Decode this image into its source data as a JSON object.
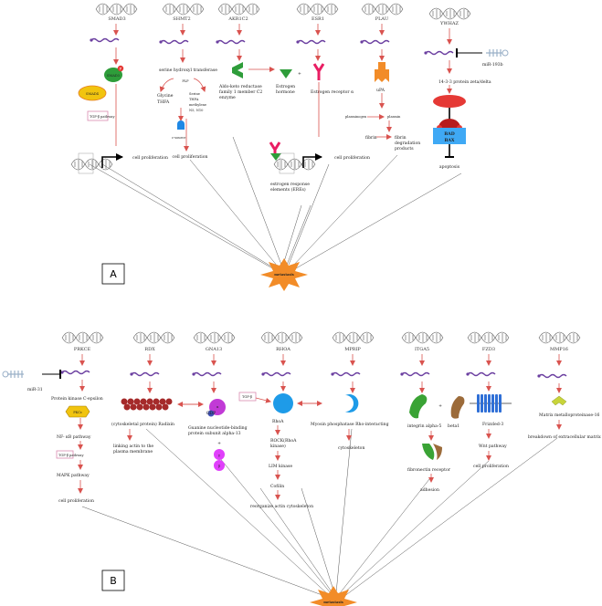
{
  "panel_a": {
    "label": "A",
    "genes": {
      "smad3": "SMAD3",
      "shmt2": "SHMT2",
      "akr1c2": "AKR1C2",
      "esr1": "ESR1",
      "plau": "PLAU",
      "ywhaz": "YWHAZ"
    },
    "smad3_p": "SMAD3",
    "smad4": "SMAD4",
    "tgfb": "TGF-β pathway",
    "serine_hmt": "serine hydroxyl transferase",
    "plp": "PLP",
    "glycine": "Glycine",
    "thfa": "THFA",
    "serine_thfa": [
      "Serine",
      "THFA",
      "methylene",
      "N5, N10"
    ],
    "c_source": "c-source",
    "cell_prolif": "cell proliferation",
    "aldo_keto": [
      "Aldo-keto reductase",
      "family 1 member C2",
      "enzyme"
    ],
    "estrogen": [
      "Estrogen",
      "hormone"
    ],
    "estrogen_receptor": "Estrogen receptor α",
    "ere": [
      "estrogen response",
      "elements (EREs)"
    ],
    "upa": "uPA",
    "plasminogen": "plasminogen",
    "plasmin": "plasmin",
    "fibrin": "fibrin",
    "fibrin_deg": [
      "fibrin",
      "degradation",
      "products"
    ],
    "mir": "miR-193b",
    "protein_1433": "14-3-3 protein zeta/delta",
    "bad": "BAD",
    "bax": "BAX",
    "apoptosis": "apoptosis",
    "metastasis": "metastasis"
  },
  "panel_b": {
    "label": "B",
    "genes": {
      "prkce": "PRKCE",
      "rdx": "RDX",
      "gna13": "GNA13",
      "rhoa": "RHOA",
      "mprip": "MPRIP",
      "itga5": "ITGA5",
      "fzd3": "FZD3",
      "mmp16": "MMP16"
    },
    "mir": "miR-31",
    "pkc": "Protein kinase C-epsilon",
    "pkce_shape": "PKCε",
    "nfkb": "NF- κB pathway",
    "tgfb": "TGF-β pathway",
    "mapk": "MAPK pathway",
    "cell_prolif": "cell proliferation",
    "radixin": "(cytoskeletal protein) Radixin",
    "linking": [
      "linking actin to the",
      "plasma membrane"
    ],
    "gna13_protein": [
      "Guanine nucleotide-binding",
      "protein subunit alpha-13"
    ],
    "alpha": "α",
    "gdp": "GDP",
    "beta": "β",
    "gamma": "γ",
    "tgfb2": "TGF-β",
    "rhoa_label": "RhoA",
    "rock": [
      "ROCK(RhoA",
      "kinase)"
    ],
    "lim": "LIM kinase",
    "cofilin": "Cofilin",
    "reorganize": "reorganize actin cytoskeleton",
    "myosin": "Myosin phosphatase Rho-interacting",
    "cytoskeleton": "cytoskeleton",
    "integrin_a": "integrin alpha-5",
    "integrin_b": "beta1",
    "fibronectin": "fibronectin receptor",
    "adhesion": "adhesion",
    "frizzled": "Frizzled-3",
    "wnt": [
      "Wnt pathway"
    ],
    "cell_prolif2": "cell proliferation",
    "mmp": "Matrix metalloproteinase-16",
    "breakdown": "breakdown of extracellular matrix",
    "metastasis": "metastasis"
  }
}
